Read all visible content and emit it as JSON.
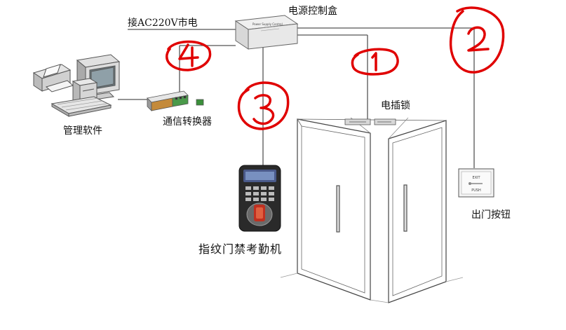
{
  "labels": {
    "power_input": "接AC220V市电",
    "power_box": "电源控制盒",
    "electric_lock": "电插锁",
    "converter": "通信转换器",
    "software": "管理软件",
    "exit_button": "出门按钮",
    "fingerprint_terminal": "指纹门禁考勤机"
  },
  "device_text": {
    "power_box_title": "Power Supply Control",
    "exit_button_top": "EXIT",
    "exit_button_bottom": "PUSH"
  },
  "annotations": [
    "1",
    "2",
    "3",
    "4"
  ],
  "colors": {
    "annotation": "#e00000",
    "wire": "#555555",
    "outline": "#444444"
  }
}
